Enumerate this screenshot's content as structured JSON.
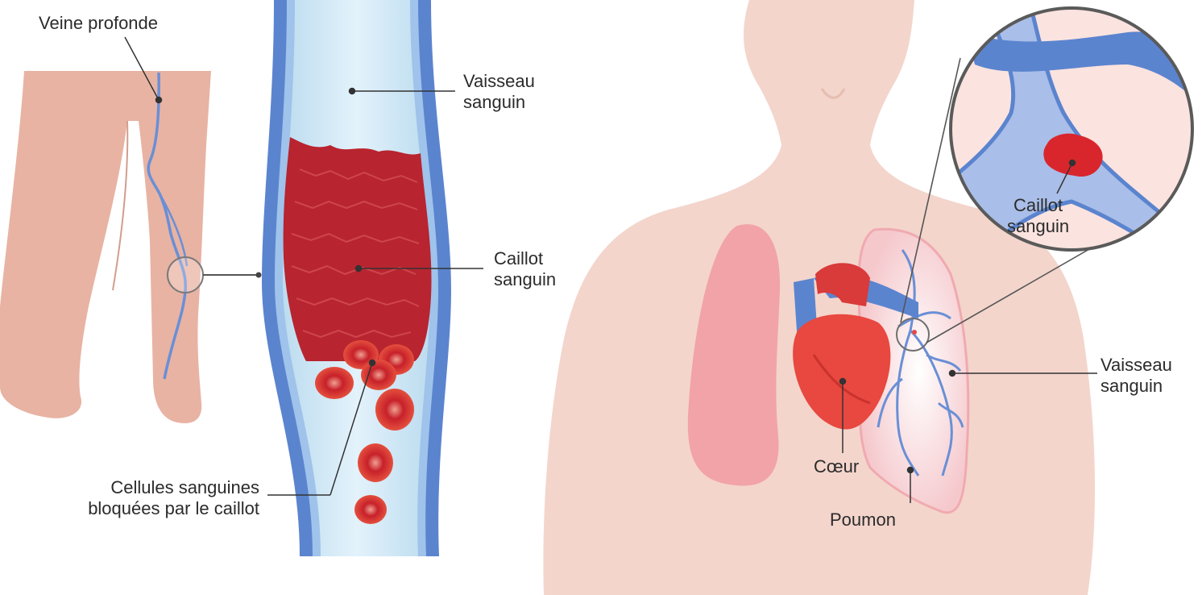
{
  "labels": {
    "deep_vein": "Veine profonde",
    "vessel_left": [
      "Vaisseau",
      "sanguin"
    ],
    "clot_left": [
      "Caillot",
      "sanguin"
    ],
    "blocked_cells": [
      "Cellules sanguines",
      "bloquées par le caillot"
    ],
    "clot_right": [
      "Caillot",
      "sanguin"
    ],
    "vessel_right": [
      "Vaisseau",
      "sanguin"
    ],
    "heart": "Cœur",
    "lung": "Poumon"
  },
  "colors": {
    "skin": "#e8b3a3",
    "torso": "#f3d5cc",
    "vein": "#6a8fd6",
    "vessel_wall": "#5b84cf",
    "vessel_lumen": "#cfe6f4",
    "clot": "#c8303d",
    "blood_cell": "#d33a3a",
    "lung": "#f2a3a8",
    "heart": "#e8483f",
    "leader_line": "#333333"
  }
}
